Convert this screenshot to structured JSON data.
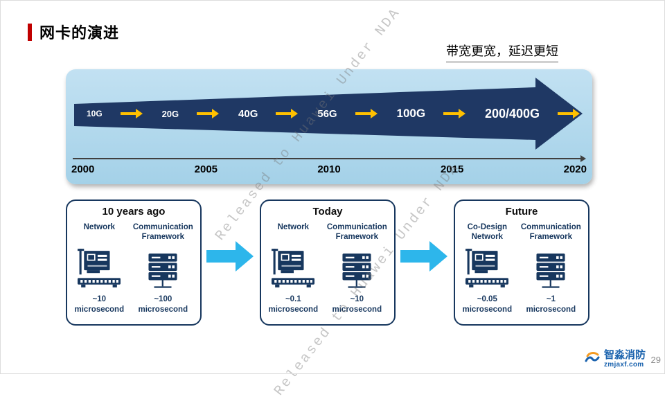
{
  "slide": {
    "title": "网卡的演进",
    "subtitle": "带宽更宽，延迟更短",
    "watermark": "Released to Huawei Under NDA",
    "page_number": "29"
  },
  "timeline": {
    "speeds": [
      "10G",
      "20G",
      "40G",
      "56G",
      "100G",
      "200/400G"
    ],
    "years": [
      "2000",
      "2005",
      "2010",
      "2015",
      "2020"
    ]
  },
  "eras": [
    {
      "title": "10 years ago",
      "left_header": "Network",
      "right_header": "Communication Framework",
      "left_value": "~10\nmicrosecond",
      "right_value": "~100\nmicrosecond"
    },
    {
      "title": "Today",
      "left_header": "Network",
      "right_header": "Communication Framework",
      "left_value": "~0.1\nmicrosecond",
      "right_value": "~10\nmicrosecond"
    },
    {
      "title": "Future",
      "left_header": "Co-Design Network",
      "right_header": "Communication Framework",
      "left_value": "~0.05\nmicrosecond",
      "right_value": "~1\nmicrosecond"
    }
  ],
  "logo": {
    "name": "智淼消防",
    "url": "zmjaxf.com"
  },
  "colors": {
    "accent_red": "#C00000",
    "panel_blue": "#AED6EB",
    "arrow_navy": "#1F3864",
    "arrow_yellow": "#FFC000",
    "arrow_cyan": "#2DB6EB",
    "text_navy": "#17375E"
  }
}
